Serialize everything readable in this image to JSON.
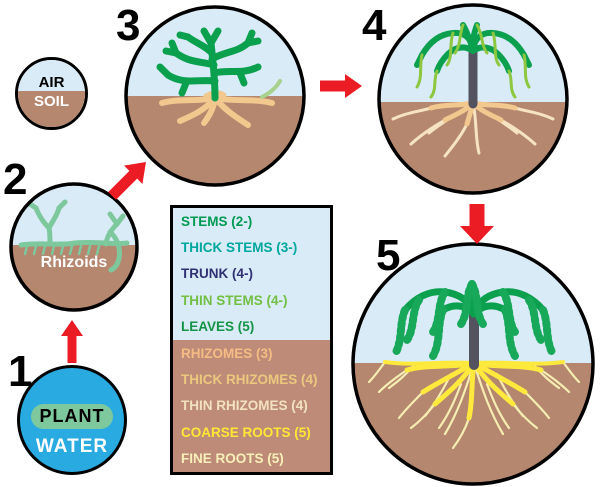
{
  "key": {
    "air_label": "AIR",
    "soil_label": "SOIL"
  },
  "stages": [
    {
      "number": "1",
      "plant_label": "PLANT",
      "water_label": "WATER"
    },
    {
      "number": "2",
      "rhizoids_label": "Rhizoids"
    },
    {
      "number": "3"
    },
    {
      "number": "4"
    },
    {
      "number": "5"
    }
  ],
  "legend": {
    "items": [
      {
        "label": "STEMS (2-)",
        "color": "#009a52"
      },
      {
        "label": "THICK STEMS (3-)",
        "color": "#00a79d"
      },
      {
        "label": "TRUNK (4-)",
        "color": "#2f3173"
      },
      {
        "label": "THIN STEMS (4-)",
        "color": "#72bf44"
      },
      {
        "label": "LEAVES (5)",
        "color": "#159447"
      },
      {
        "label": "RHIZOMES (3)",
        "color": "#f5bc83"
      },
      {
        "label": "THICK RHIZOMES (4)",
        "color": "#ecc87e"
      },
      {
        "label": "THIN RHIZOMES (4)",
        "color": "#f3e2c0"
      },
      {
        "label": "COARSE ROOTS (5)",
        "color": "#ffe835"
      },
      {
        "label": "FINE ROOTS (5)",
        "color": "#f8f0b8"
      }
    ]
  },
  "icons": [
    "arrow-up-icon",
    "arrow-up-right-icon",
    "arrow-right-icon",
    "arrow-down-icon"
  ],
  "colors": {
    "sky": "#d9ebf7",
    "soil": "#b5876f",
    "legend_soil": "#bd8b78",
    "water_blue": "#29abe2",
    "soft_green": "#7dc89c",
    "stem_green": "#0ba04e",
    "thin_stem_green": "#8dc63f",
    "shoot_green": "#a7d18c",
    "leaf_green": "#17a85a",
    "trunk_gray": "#53535f",
    "rhizome_tan": "#f2c88e",
    "thin_rhizome_cream": "#f6e3c2",
    "coarse_root_yellow": "#ffe93c",
    "fine_root_pale": "#f6edb2",
    "arrow_red": "#ec1c24"
  }
}
